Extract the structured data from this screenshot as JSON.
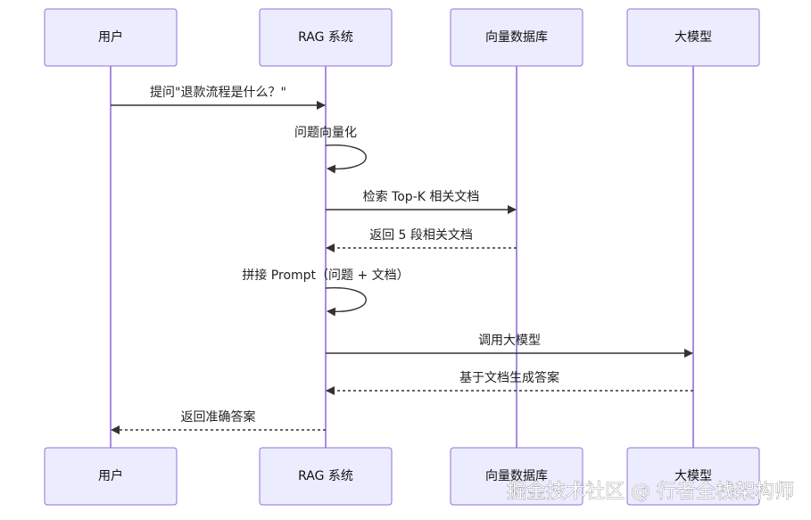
{
  "participants": [
    {
      "id": "user",
      "label": "用户"
    },
    {
      "id": "rag",
      "label": "RAG 系统"
    },
    {
      "id": "vdb",
      "label": "向量数据库"
    },
    {
      "id": "llm",
      "label": "大模型"
    }
  ],
  "messages": [
    {
      "from": "user",
      "to": "rag",
      "label": "提问\"退款流程是什么？\"",
      "style": "solid"
    },
    {
      "from": "rag",
      "to": "rag",
      "label": "问题向量化",
      "style": "solid"
    },
    {
      "from": "rag",
      "to": "vdb",
      "label": "检索 Top-K 相关文档",
      "style": "solid"
    },
    {
      "from": "vdb",
      "to": "rag",
      "label": "返回 5 段相关文档",
      "style": "dotted"
    },
    {
      "from": "rag",
      "to": "rag",
      "label": "拼接 Prompt（问题 + 文档）",
      "style": "solid"
    },
    {
      "from": "rag",
      "to": "llm",
      "label": "调用大模型",
      "style": "solid"
    },
    {
      "from": "llm",
      "to": "rag",
      "label": "基于文档生成答案",
      "style": "dotted"
    },
    {
      "from": "rag",
      "to": "user",
      "label": "返回准确答案",
      "style": "dotted"
    }
  ],
  "watermark": "掘金技术社区 @ 行者全栈架构师",
  "colors": {
    "actor_fill": "#ECECFF",
    "actor_stroke": "#9370DB",
    "lifeline": "#9370DB",
    "message": "#333333"
  }
}
